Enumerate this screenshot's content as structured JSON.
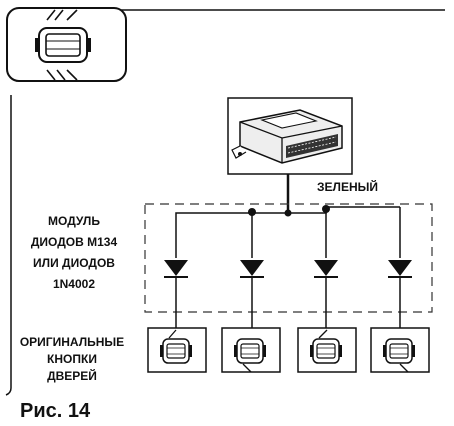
{
  "labels": {
    "green_wire": "ЗЕЛЕНЫЙ",
    "diode_module": [
      "МОДУЛЬ",
      "ДИОДОВ М134",
      "ИЛИ ДИОДОВ",
      "1N4002"
    ],
    "door_buttons": [
      "ОРИГИНАЛЬНЫЕ",
      "КНОПКИ",
      "ДВЕРЕЙ"
    ],
    "figure": "Рис. 14"
  },
  "icons": {
    "header": "car-doors-open-icon",
    "module": "alarm-control-module-icon",
    "diode": "diode-symbol-icon",
    "door_button": "door-button-car-icon"
  },
  "diode_count": 4,
  "door_button_count": 4
}
